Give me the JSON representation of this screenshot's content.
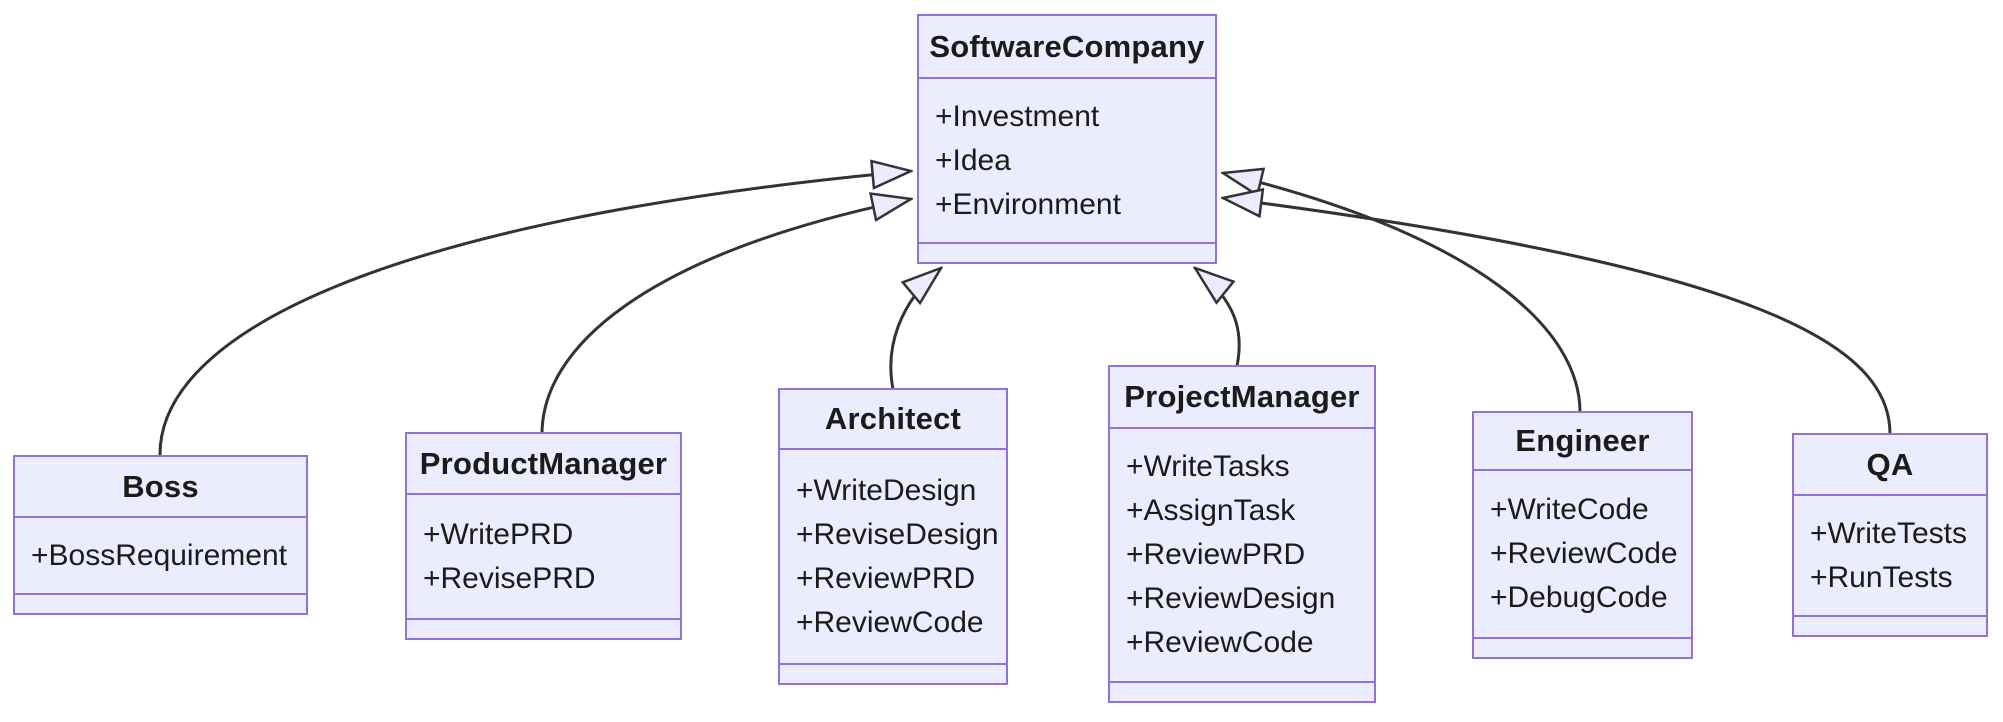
{
  "diagram": {
    "kind": "uml-class-diagram",
    "classes": [
      {
        "name": "SoftwareCompany",
        "attributes": [
          "+Investment",
          "+Idea",
          "+Environment"
        ],
        "methods": []
      },
      {
        "name": "Boss",
        "attributes": [
          "+BossRequirement"
        ],
        "methods": []
      },
      {
        "name": "ProductManager",
        "attributes": [
          "+WritePRD",
          "+RevisePRD"
        ],
        "methods": []
      },
      {
        "name": "Architect",
        "attributes": [
          "+WriteDesign",
          "+ReviseDesign",
          "+ReviewPRD",
          "+ReviewCode"
        ],
        "methods": []
      },
      {
        "name": "ProjectManager",
        "attributes": [
          "+WriteTasks",
          "+AssignTask",
          "+ReviewPRD",
          "+ReviewDesign",
          "+ReviewCode"
        ],
        "methods": []
      },
      {
        "name": "Engineer",
        "attributes": [
          "+WriteCode",
          "+ReviewCode",
          "+DebugCode"
        ],
        "methods": []
      },
      {
        "name": "QA",
        "attributes": [
          "+WriteTests",
          "+RunTests"
        ],
        "methods": []
      }
    ],
    "relationships": [
      {
        "from": "Boss",
        "to": "SoftwareCompany",
        "type": "inheritance"
      },
      {
        "from": "ProductManager",
        "to": "SoftwareCompany",
        "type": "inheritance"
      },
      {
        "from": "Architect",
        "to": "SoftwareCompany",
        "type": "inheritance"
      },
      {
        "from": "ProjectManager",
        "to": "SoftwareCompany",
        "type": "inheritance"
      },
      {
        "from": "Engineer",
        "to": "SoftwareCompany",
        "type": "inheritance"
      },
      {
        "from": "QA",
        "to": "SoftwareCompany",
        "type": "inheritance"
      }
    ],
    "colors": {
      "node_fill": "#ECECFF",
      "node_border": "#9370DB",
      "edge_stroke": "#333333",
      "text": "#1b1b1b",
      "background": "#FFFFFF"
    }
  }
}
